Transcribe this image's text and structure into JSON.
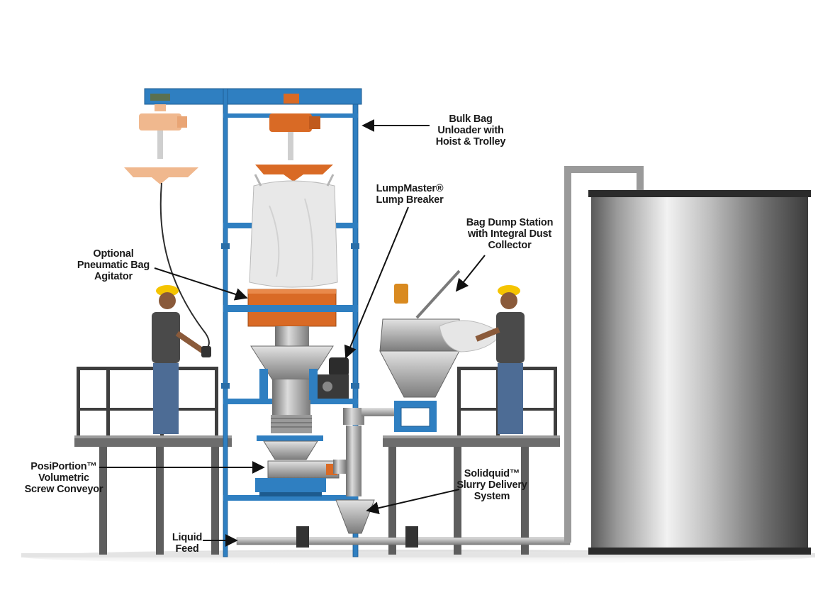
{
  "labels": {
    "bulk_bag": {
      "line1": "Bulk Bag",
      "line2": "Unloader with",
      "line3": "Hoist & Trolley"
    },
    "lumpmaster": {
      "line1": "LumpMaster®",
      "line2": "Lump Breaker"
    },
    "bag_dump": {
      "line1": "Bag Dump Station",
      "line2": "with Integral Dust",
      "line3": "Collector"
    },
    "agitator": {
      "line1": "Optional",
      "line2": "Pneumatic Bag",
      "line3": "Agitator"
    },
    "posiportion": {
      "line1": "PosiPortion™",
      "line2": "Volumetric",
      "line3": "Screw Conveyor"
    },
    "solidquid": {
      "line1": "Solidquid™",
      "line2": "Slurry Delivery",
      "line3": "System"
    },
    "liquid_feed": {
      "line1": "Liquid",
      "line2": "Feed"
    }
  },
  "colors": {
    "frame_blue": "#2f7fc1",
    "hoist_orange": "#d96a25",
    "hoist_faded": "#f0b88e",
    "steel": "#a8a8a8",
    "bag_white": "#e8e8e8",
    "helmet_yellow": "#f5c400"
  }
}
